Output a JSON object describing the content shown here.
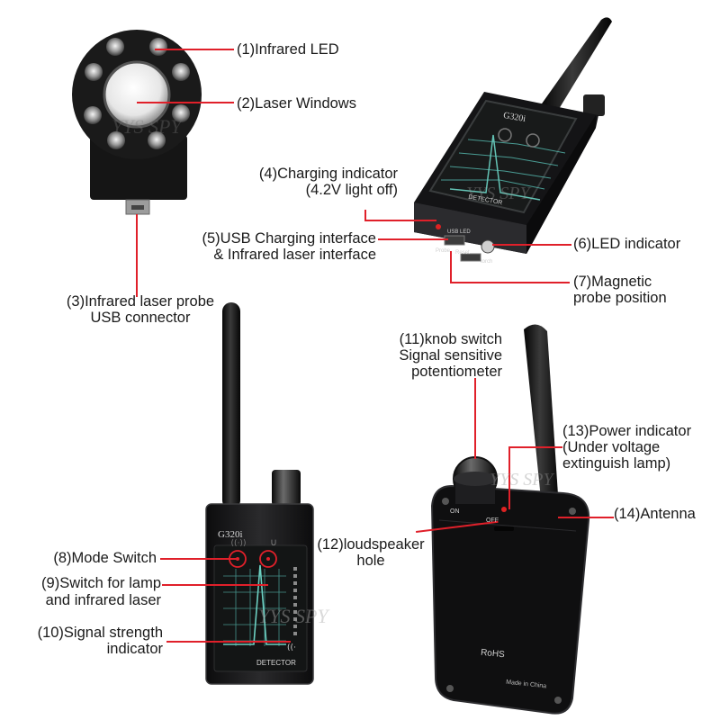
{
  "callouts": {
    "c1": "(1)Infrared LED",
    "c2": "(2)Laser Windows",
    "c3_l1": "(3)Infrared laser probe",
    "c3_l2": "USB connector",
    "c4_l1": "(4)Charging indicator",
    "c4_l2": "(4.2V light off)",
    "c5_l1": "(5)USB Charging interface",
    "c5_l2": "& Infrared laser interface",
    "c6": "(6)LED indicator",
    "c7_l1": "(7)Magnetic",
    "c7_l2": "probe position",
    "c8": "(8)Mode Switch",
    "c9_l1": "(9)Switch for lamp",
    "c9_l2": "and infrared laser",
    "c10_l1": "(10)Signal strength",
    "c10_l2": "indicator",
    "c11_l1": "(11)knob switch",
    "c11_l2": "Signal sensitive",
    "c11_l2b": "potentiometer",
    "c12_l1": "(12)loudspeaker",
    "c12_l2": "hole",
    "c13_l1": "(13)Power indicator",
    "c13_l2": "(Under voltage",
    "c13_l3": "extinguish lamp)",
    "c14": "(14)Antenna"
  },
  "device": {
    "model": "G320i",
    "screen_label": "DETECTOR",
    "port_usb_led": "USB LED",
    "port_probe": "Probe",
    "port_reset": "Reset",
    "port_torch": "torch",
    "knob_on": "ON",
    "knob_off": "OFF",
    "rohs": "RoHS",
    "made_in": "Made in China"
  },
  "watermark": "YYS SPY",
  "colors": {
    "callout_line": "#e0202a",
    "device_body": "#1c1c1e",
    "screen_grid": "#4fa9a0"
  }
}
